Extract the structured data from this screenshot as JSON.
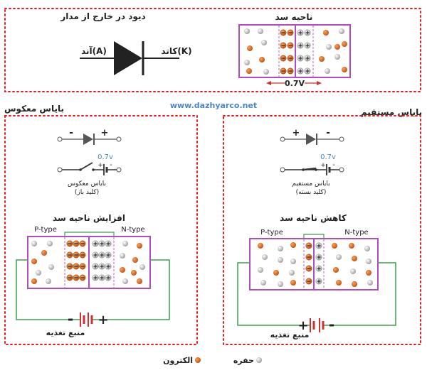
{
  "top": {
    "title": "دیود در خارج از مدار",
    "anode_label": "آند(A)",
    "cathode_label": "کاتد(K)",
    "depletion_title": "ناحیه سد",
    "barrier_voltage": "0.7V"
  },
  "watermark": "www.dazhyarco.net",
  "reverse": {
    "title": "بایاس معکوس",
    "minus": "-",
    "plus": "+",
    "volt": "0.7v",
    "switch_caption": "بایاس معکوس",
    "switch_state": "(کلید باز)",
    "region_title": "افزایش ناحیه سد",
    "p_label": "P-type",
    "n_label": "N-type",
    "battery_minus": "-",
    "battery_plus": "+",
    "source_label": "منبع تغذیه"
  },
  "forward": {
    "title": "بایاس مستقیم",
    "minus": "-",
    "plus": "+",
    "volt": "0.7v",
    "switch_caption": "بایاس مستقیم",
    "switch_state": "(کلید بسته)",
    "region_title": "کاهش ناحیه سد",
    "p_label": "P-type",
    "n_label": "N-type",
    "battery_minus": "-",
    "battery_plus": "+",
    "source_label": "منبع تغذیه"
  },
  "legend": {
    "hole": "حفره",
    "electron": "الکترون"
  },
  "colors": {
    "border_dotted": "#e0201e",
    "semiconductor_frame": "#b04cc0",
    "junction_dash": "#c060c0",
    "electron": "#d8661a",
    "hole": "#c8c8c8",
    "wire_green": "#3aa04a",
    "battery_red": "#d03030",
    "watermark": "#4c86c8",
    "volt_blue": "#4c86c8"
  }
}
